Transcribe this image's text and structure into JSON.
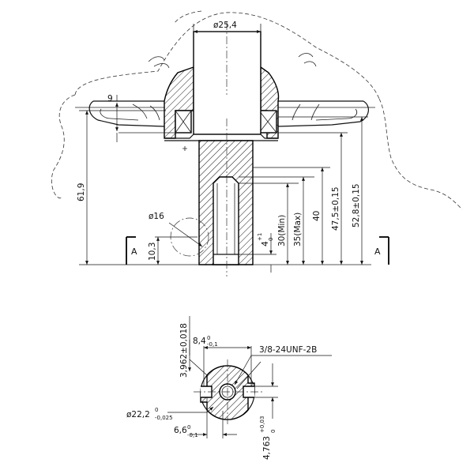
{
  "dimensions": {
    "shaft_diameter": "ø25,4",
    "height_total": "61,9",
    "dim_9": "9",
    "dim_16": "ø16",
    "dim_10_3": "10,3",
    "hole_depth_min": "30(Min)",
    "hole_depth_max": "35(Max)",
    "dim_40": "40",
    "dim_47_5": "47,5±0,15",
    "dim_52_8": "52,8±0,15",
    "dim_4": "4",
    "dim_4_tol_upper": "+1",
    "dim_4_tol_lower": "0",
    "key_3962": "3,962±0,018",
    "key_8_4": "8,4",
    "key_8_4_tol_upper": "0",
    "key_8_4_tol_lower": "-0,1",
    "thread": "3/8-24UNF-2B",
    "dia_22_2": "ø22,2",
    "dia_22_2_tol_upper": "0",
    "dia_22_2_tol_lower": "-0,025",
    "dim_6_6": "6,6",
    "dim_6_6_tol_upper": "0",
    "dim_6_6_tol_lower": "-0,1",
    "dim_4763": "4,763",
    "dim_4763_tol_upper": "+0,03",
    "dim_4763_tol_lower": "0"
  },
  "section_labels": {
    "left": "A",
    "right": "A"
  }
}
